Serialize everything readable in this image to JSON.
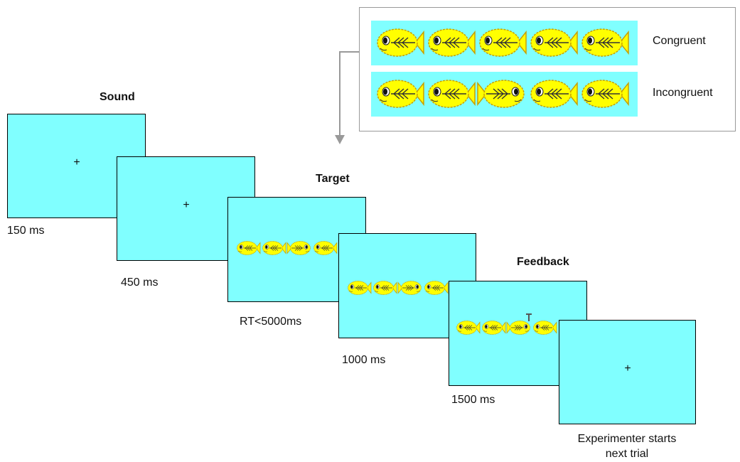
{
  "colors": {
    "screen": "#80ffff",
    "fish_body": "#ffff00",
    "fish_outline": "#c8a000",
    "connector": "#999999"
  },
  "icons": {
    "fish": "fish-icon",
    "fixation": "plus-icon"
  },
  "legend": {
    "congruent": {
      "label": "Congruent",
      "fish": [
        "left",
        "left",
        "left",
        "left",
        "left"
      ]
    },
    "incongruent": {
      "label": "Incongruent",
      "fish": [
        "left",
        "left",
        "right",
        "left",
        "left"
      ]
    }
  },
  "frames": {
    "sound": {
      "title": "Sound",
      "duration": "150 ms",
      "content": "+"
    },
    "pause": {
      "duration": "450 ms",
      "content": "+"
    },
    "target": {
      "title": "Target",
      "duration": "RT<5000ms",
      "fish": [
        "left",
        "left",
        "right",
        "left",
        "left"
      ]
    },
    "post_target": {
      "duration": "1000 ms",
      "fish": [
        "left",
        "left",
        "right",
        "left",
        "left"
      ]
    },
    "feedback": {
      "title": "Feedback",
      "duration": "1500 ms",
      "fish": [
        "left",
        "left",
        "right",
        "left",
        "left"
      ]
    },
    "end": {
      "content": "+",
      "caption_line1": "Experimenter starts",
      "caption_line2": "next trial"
    }
  }
}
